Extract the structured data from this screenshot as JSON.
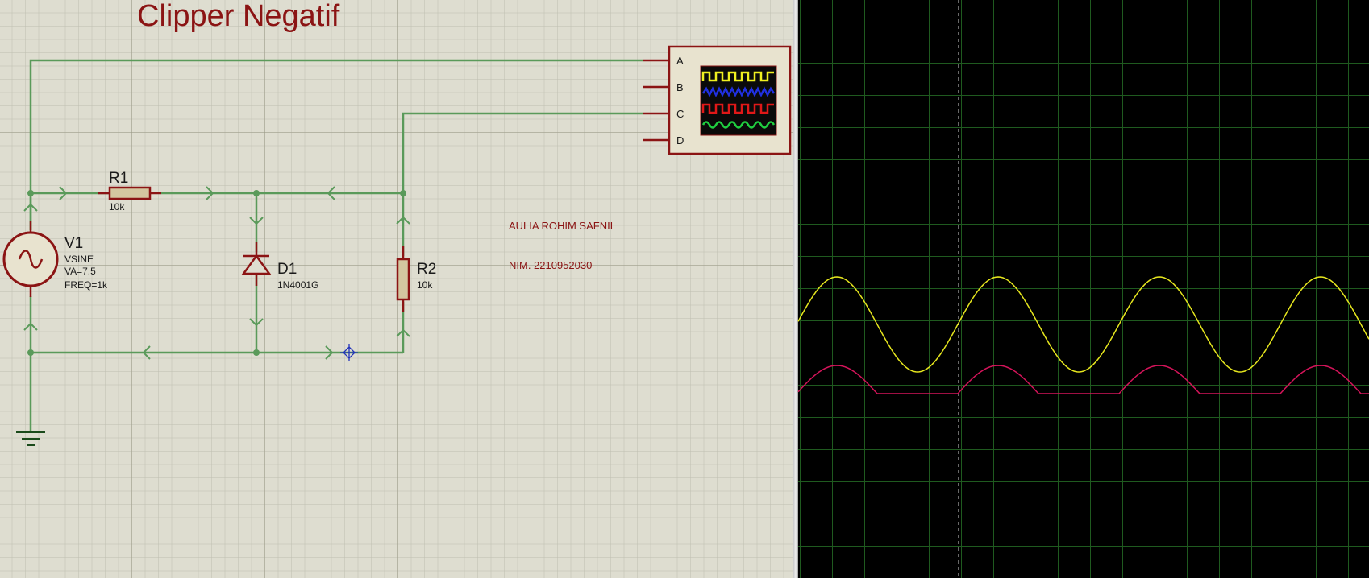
{
  "schematic": {
    "title": "Clipper Negatif",
    "author_name": "AULIA ROHIM SAFNIL",
    "author_nim": "NIM. 2210952030",
    "components": {
      "v1": {
        "name": "V1",
        "type": "VSINE",
        "amplitude": "VA=7.5",
        "frequency": "FREQ=1k"
      },
      "r1": {
        "name": "R1",
        "value": "10k"
      },
      "d1": {
        "name": "D1",
        "value": "1N4001G"
      },
      "r2": {
        "name": "R2",
        "value": "10k"
      }
    },
    "scope_channels": [
      "A",
      "B",
      "C",
      "D"
    ]
  },
  "colors": {
    "wire": "#5a9a5a",
    "component": "#8b1414",
    "label_text": "#8b1414",
    "grid_bg": "#deddd0",
    "trace_a": "#e6e61e",
    "trace_c": "#d4145a",
    "scope_grid": "#1f5a1f"
  },
  "scope_display": {
    "channels_shown": [
      "A",
      "C"
    ],
    "trace_a": {
      "channel": "A",
      "color": "yellow",
      "shape": "full sine",
      "cycles_visible": 3.5
    },
    "trace_c": {
      "channel": "C",
      "color": "magenta",
      "shape": "negative half clipped",
      "cycles_visible": 3.5
    }
  }
}
